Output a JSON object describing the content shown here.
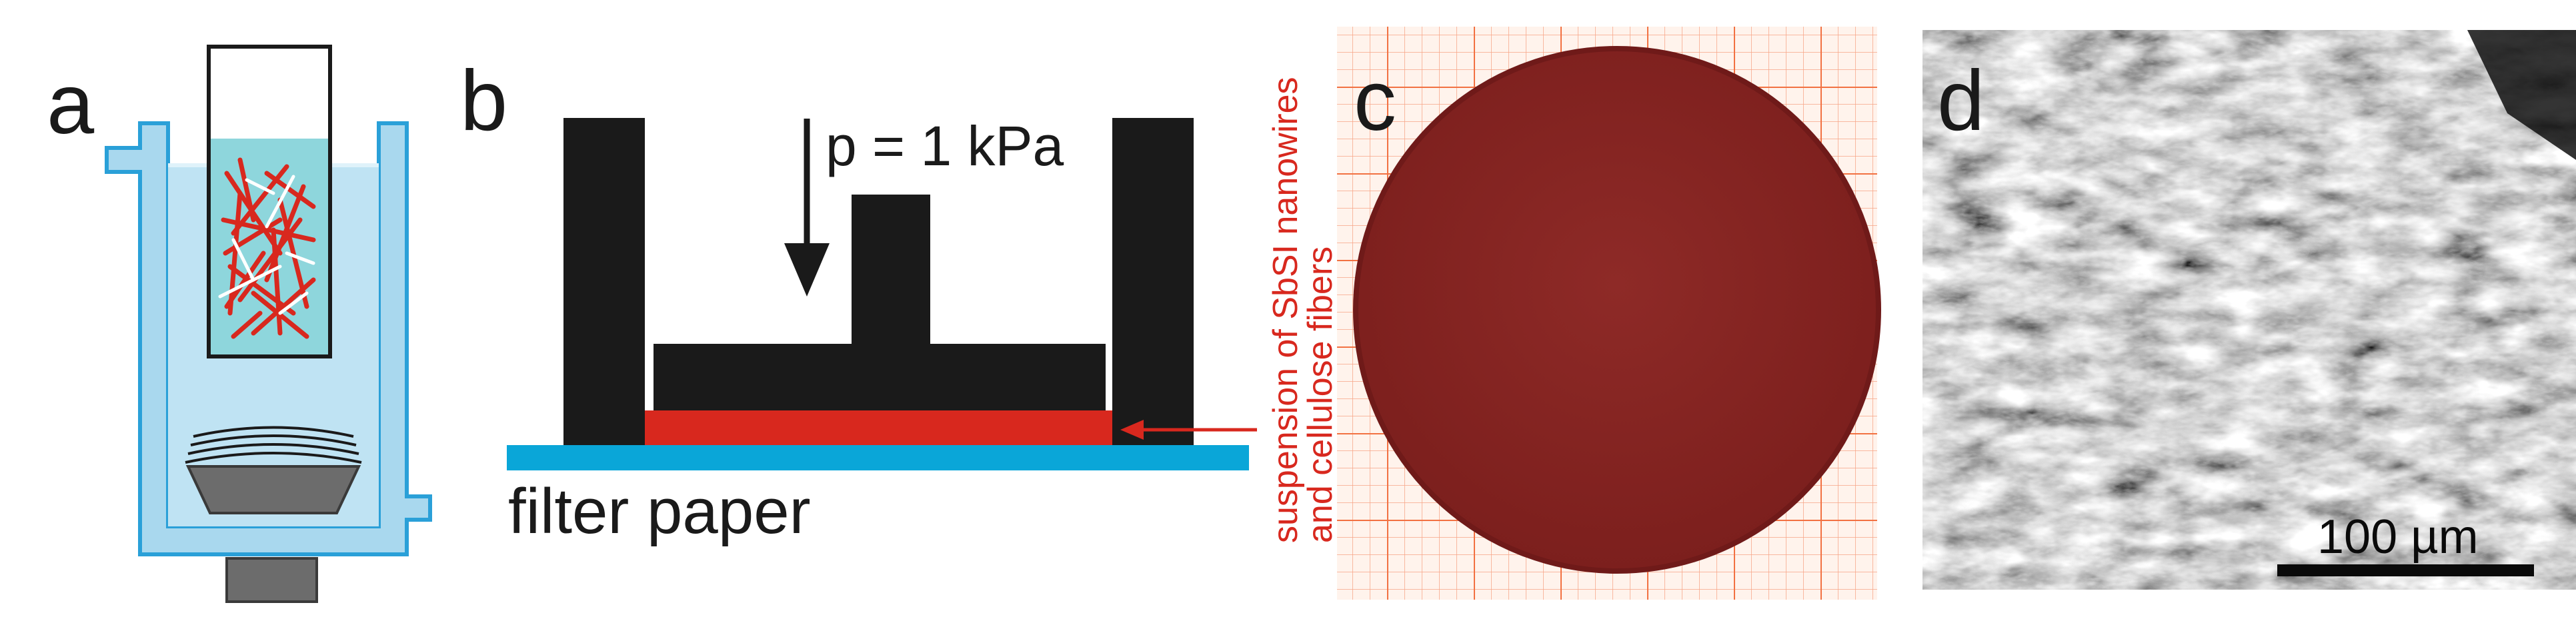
{
  "panels": {
    "a": {
      "label": "a"
    },
    "b": {
      "label": "b",
      "pressure_label": "p = 1 kPa",
      "filter_label": "filter paper",
      "suspension_label_line1": "suspension of SbSI nanowires",
      "suspension_label_line2": "and cellulose fibers"
    },
    "c": {
      "label": "c"
    },
    "d": {
      "label": "d",
      "scale_bar_label": "100 µm"
    }
  },
  "colors": {
    "vessel_blue": "#a9d8ee",
    "vessel_outline": "#2aa0d8",
    "liquid_cyan": "#8ed6dc",
    "fibers_red": "#d8281e",
    "press_black": "#1a1a1a",
    "filter_blue": "#0aa6d8",
    "disc_red": "#8a2624",
    "grid_orange": "#f47c4c"
  }
}
